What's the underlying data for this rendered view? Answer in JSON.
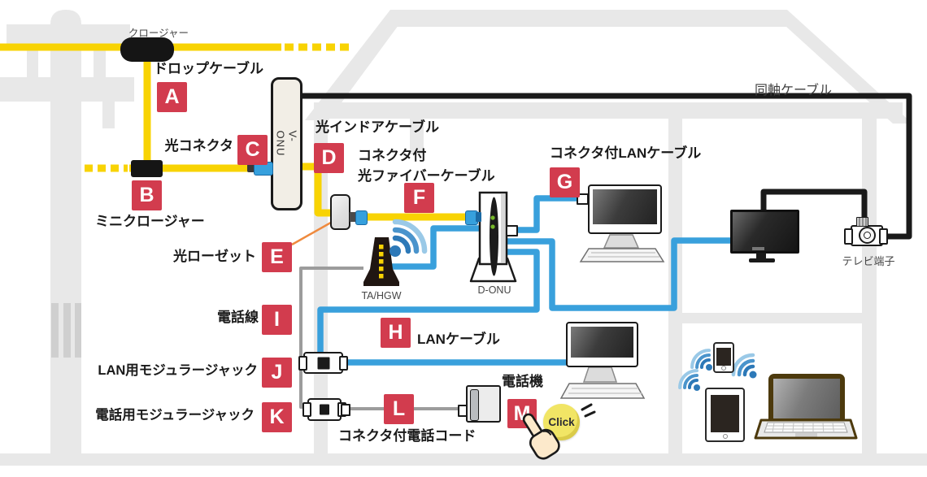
{
  "legend": {
    "A": {
      "letter": "A",
      "text": "ドロップケーブル"
    },
    "B": {
      "letter": "B",
      "text": "ミニクロージャー"
    },
    "C": {
      "letter": "C",
      "text": "光コネクタ"
    },
    "D": {
      "letter": "D",
      "text": "光インドアケーブル"
    },
    "E": {
      "letter": "E",
      "text": "光ローゼット"
    },
    "F": {
      "letter": "F",
      "text": "コネクタ付\n光ファイバーケーブル"
    },
    "G": {
      "letter": "G",
      "text": "コネクタ付LANケーブル"
    },
    "H": {
      "letter": "H",
      "text": "LANケーブル"
    },
    "I": {
      "letter": "I",
      "text": "電話線"
    },
    "J": {
      "letter": "J",
      "text": "LAN用モジュラージャック"
    },
    "K": {
      "letter": "K",
      "text": "電話用モジュラージャック"
    },
    "L": {
      "letter": "L",
      "text": "コネクタ付電話コード"
    },
    "M": {
      "letter": "M",
      "text": "電話機"
    }
  },
  "devices": {
    "closure": "クロージャー",
    "v_onu": "V-ONU",
    "ta_hgw": "TA/HGW",
    "d_onu": "D-ONU",
    "tv_terminal": "テレビ端子"
  },
  "cables": {
    "coax_label": "同軸ケーブル"
  },
  "click_button": {
    "label": "Click"
  },
  "colors": {
    "badge_red": "#d23c4e",
    "fiber_yellow": "#f8d303",
    "lan_blue": "#39a0dc",
    "coax_black": "#1a1a1a",
    "phone_line_gray": "#9c9c9c",
    "structure_gray": "#e8e8e8",
    "click_yellow": "#f1e565",
    "pointer_orange": "#ef8a3e",
    "led_green": "#76b82a",
    "wifi_blue": "#2d79b8"
  }
}
